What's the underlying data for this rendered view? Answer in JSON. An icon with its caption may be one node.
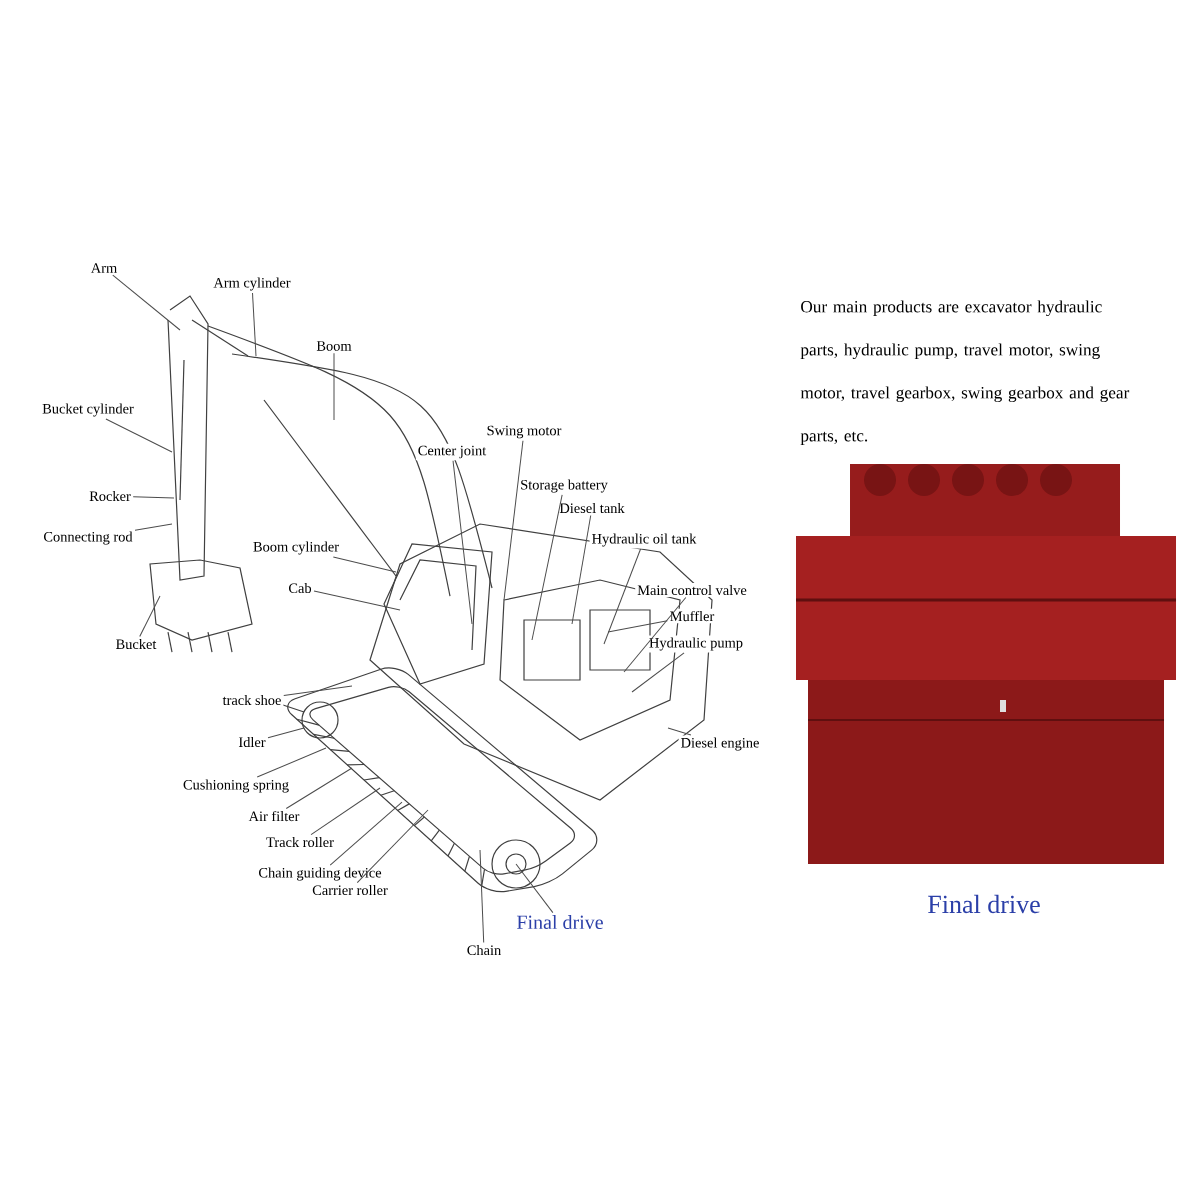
{
  "diagram": {
    "nodes": [
      {
        "text": [
          "Arm"
        ]
      },
      {
        "text": [
          "Arm cylinder"
        ]
      },
      {
        "text": [
          "Boom"
        ]
      },
      {
        "text": [
          "Bucket cylinder"
        ]
      },
      {
        "text": [
          "Rocker"
        ]
      },
      {
        "text": [
          "Connecting rod"
        ]
      },
      {
        "text": [
          "Boom cylinder"
        ]
      },
      {
        "text": [
          "Cab"
        ]
      },
      {
        "text": [
          "Bucket"
        ]
      },
      {
        "text": [
          "Swing motor"
        ]
      },
      {
        "text": [
          "Center joint"
        ]
      },
      {
        "text": [
          "Storage battery"
        ]
      },
      {
        "text": [
          "Diesel tank"
        ]
      },
      {
        "text": [
          "Hydraulic oil tank"
        ]
      },
      {
        "text": [
          "Main control valve"
        ]
      },
      {
        "text": [
          "Muffler"
        ]
      },
      {
        "text": [
          "Hydraulic pump"
        ]
      },
      {
        "text": [
          "Diesel engine"
        ]
      },
      {
        "text": [
          "track shoe"
        ]
      },
      {
        "text": [
          "Idler"
        ]
      },
      {
        "text": [
          "Cushioning spring"
        ]
      },
      {
        "text": [
          "Air filter"
        ]
      },
      {
        "text": [
          "Track roller"
        ]
      },
      {
        "text": [
          "Chain guiding device"
        ]
      },
      {
        "text": [
          "Carrier roller"
        ]
      },
      {
        "text": [
          "Final drive"
        ]
      },
      {
        "text": [
          "Chain"
        ]
      },
      {
        "text": [],
        "shape": "picture",
        "beside": [
          "Final drive"
        ]
      }
    ],
    "edges": [
      {
        "from": 0,
        "to": null,
        "arrow": "none"
      },
      {
        "from": 1,
        "to": null,
        "arrow": "none"
      },
      {
        "from": 2,
        "to": null,
        "arrow": "none"
      },
      {
        "from": 3,
        "to": null,
        "arrow": "none"
      },
      {
        "from": 4,
        "to": null,
        "arrow": "none"
      },
      {
        "from": 5,
        "to": null,
        "arrow": "none"
      },
      {
        "from": 6,
        "to": null,
        "arrow": "none"
      },
      {
        "from": 7,
        "to": null,
        "arrow": "none"
      },
      {
        "from": 8,
        "to": null,
        "arrow": "none"
      },
      {
        "from": 9,
        "to": null,
        "arrow": "none"
      },
      {
        "from": 10,
        "to": null,
        "arrow": "none"
      },
      {
        "from": 11,
        "to": null,
        "arrow": "none"
      },
      {
        "from": 12,
        "to": null,
        "arrow": "none"
      },
      {
        "from": 13,
        "to": null,
        "arrow": "none"
      },
      {
        "from": 14,
        "to": null,
        "arrow": "none"
      },
      {
        "from": 15,
        "to": null,
        "arrow": "none"
      },
      {
        "from": 16,
        "to": null,
        "arrow": "none"
      },
      {
        "from": 17,
        "to": null,
        "arrow": "none"
      },
      {
        "from": 18,
        "to": null,
        "arrow": "none"
      },
      {
        "from": 19,
        "to": null,
        "arrow": "none"
      },
      {
        "from": 20,
        "to": null,
        "arrow": "none"
      },
      {
        "from": 21,
        "to": null,
        "arrow": "none"
      },
      {
        "from": 22,
        "to": null,
        "arrow": "none"
      },
      {
        "from": 23,
        "to": null,
        "arrow": "none"
      },
      {
        "from": 24,
        "to": null,
        "arrow": "none"
      },
      {
        "from": 25,
        "to": null,
        "arrow": "none"
      },
      {
        "from": 26,
        "to": null,
        "arrow": "none"
      }
    ],
    "labels": [
      "Our main products are excavator hydraulic parts, hydraulic pump, travel motor, swing motor, travel gearbox, swing gearbox and gear parts, etc."
    ]
  }
}
